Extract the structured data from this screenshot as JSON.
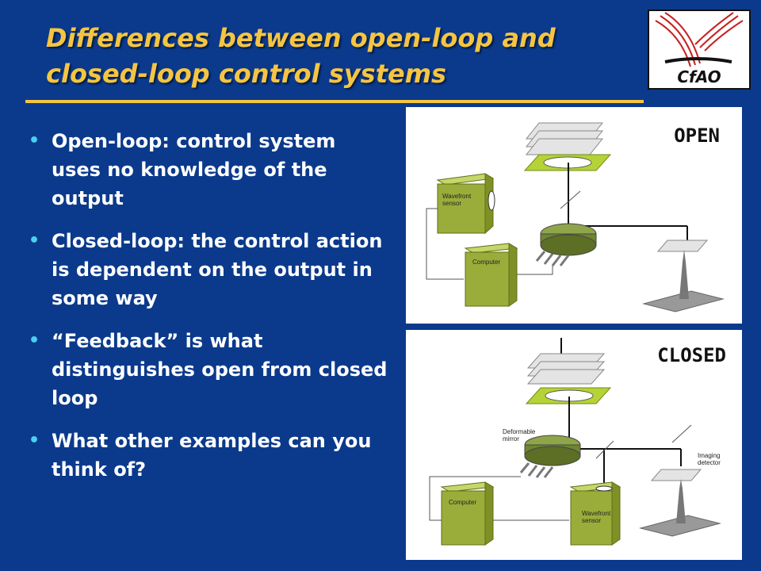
{
  "slide": {
    "title_line1": "Differences between open-loop and",
    "title_line2": "closed-loop control systems",
    "logo_text": "CfAO",
    "bullets": [
      "Open-loop: control system uses no knowledge of the output",
      "Closed-loop: the control action is dependent on the output in some way",
      "“Feedback” is what distinguishes open from closed loop",
      "What other examples can you think of?"
    ],
    "colors": {
      "background": "#0b3a8c",
      "title": "#f5c542",
      "bullet": "#4ad0f0",
      "device": "#9aad3a"
    }
  },
  "open_diagram": {
    "label": "OPEN",
    "wfs_label": "Wavefront sensor",
    "computer_label": "Computer"
  },
  "closed_diagram": {
    "label": "CLOSED",
    "dm_label": "Deformable mirror",
    "detector_label": "Imaging detector",
    "computer_label": "Computer",
    "wfs_label": "Wavefront sensor"
  }
}
